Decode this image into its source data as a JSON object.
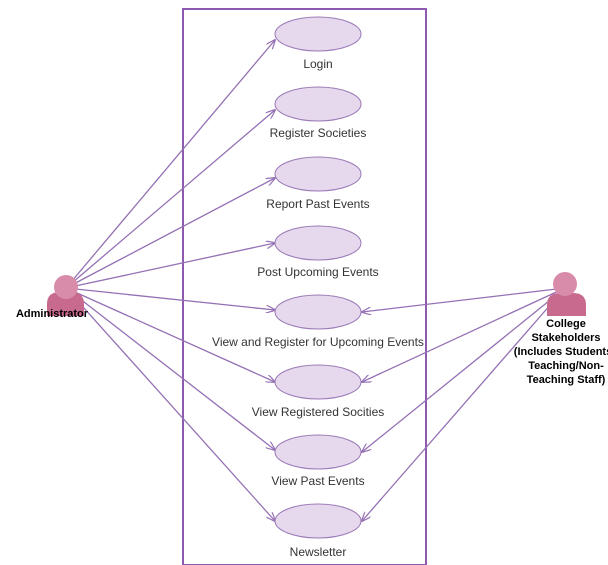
{
  "colors": {
    "system_border": "#8e5ab0",
    "usecase_fill": "#e6d9ee",
    "usecase_stroke": "#9a78b6",
    "line": "#9470b4",
    "actor": "#c8698e",
    "actor_light": "#d98caa"
  },
  "actors": {
    "administrator": {
      "label": "Administrator"
    },
    "stakeholders": {
      "label_lines": [
        "College",
        "Stakeholders",
        "(Includes Students",
        "Teaching/Non-",
        "Teaching Staff)"
      ]
    }
  },
  "use_cases": [
    {
      "label": "Login"
    },
    {
      "label": "Register Societies"
    },
    {
      "label": "Report Past Events"
    },
    {
      "label": "Post Upcoming Events"
    },
    {
      "label": "View and Register for Upcoming Events"
    },
    {
      "label": "View Registered Socities"
    },
    {
      "label": "View Past Events"
    },
    {
      "label": "Newsletter"
    }
  ]
}
